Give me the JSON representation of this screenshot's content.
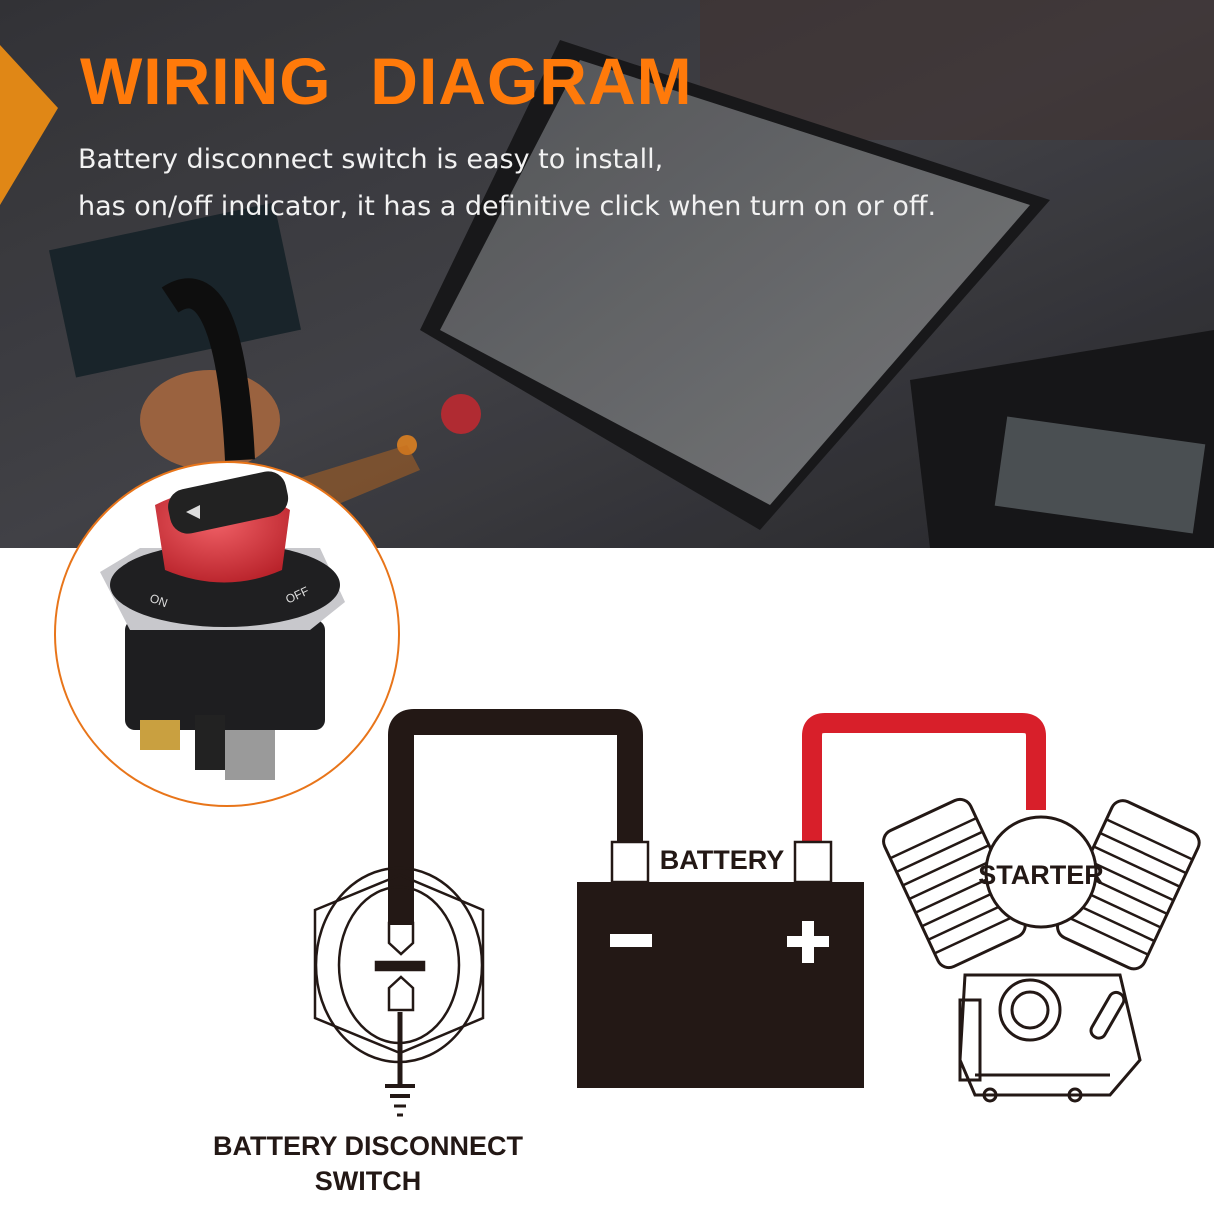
{
  "header": {
    "title": "WIRING  DIAGRAM",
    "subtitle_lines": [
      "Battery disconnect switch is easy to install,",
      "has on/off indicator, it has a definitive click when turn on or off."
    ]
  },
  "product": {
    "on_label": "ON",
    "off_label": "OFF"
  },
  "diagram": {
    "battery_label": "BATTERY",
    "battery_negative": "−",
    "battery_positive": "+",
    "starter_label": "STARTER",
    "switch_label_lines": [
      "BATTERY DISCONNECT",
      "SWITCH"
    ]
  },
  "colors": {
    "accent_orange": "#ff7a0a",
    "wire_black": "#231815",
    "wire_red": "#d81f2a",
    "switch_red": "#e0353b"
  }
}
